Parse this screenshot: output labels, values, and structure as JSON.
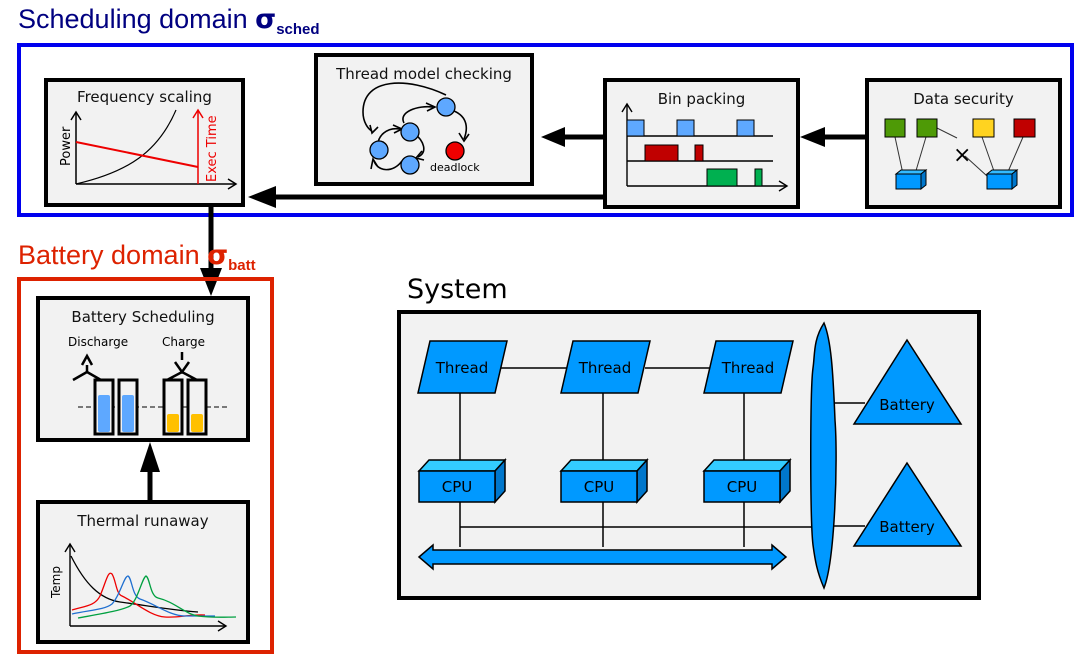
{
  "scheduling_domain": {
    "title": "Scheduling domain ",
    "symbol": "σ",
    "subscript": "sched",
    "color": "#0000ee"
  },
  "battery_domain": {
    "title": "Battery domain ",
    "symbol": "σ",
    "subscript": "batt",
    "color": "#dd2200"
  },
  "frequency_scaling": {
    "title": "Frequency scaling",
    "y_label": "Power",
    "y2_label": "Exec Time"
  },
  "thread_model_checking": {
    "title": "Thread model checking",
    "deadlock_label": "deadlock"
  },
  "bin_packing": {
    "title": "Bin packing"
  },
  "data_security": {
    "title": "Data security"
  },
  "battery_scheduling": {
    "title": "Battery Scheduling",
    "discharge_label": "Discharge",
    "charge_label": "Charge"
  },
  "thermal_runaway": {
    "title": "Thermal runaway",
    "y_label": "Temp"
  },
  "system": {
    "title": "System",
    "threads": [
      "Thread",
      "Thread",
      "Thread"
    ],
    "cpus": [
      "CPU",
      "CPU",
      "CPU"
    ],
    "batteries": [
      "Battery",
      "Battery"
    ]
  },
  "colors": {
    "node_blue": "#0099ff",
    "light_blue": "#5ea8ff",
    "deadlock_red": "#ee0000",
    "bin_red": "#c00000",
    "bin_green": "#00b050",
    "sec_green": "#4e9a06",
    "sec_yellow": "#ffd320",
    "charge_yellow": "#ffc000"
  }
}
